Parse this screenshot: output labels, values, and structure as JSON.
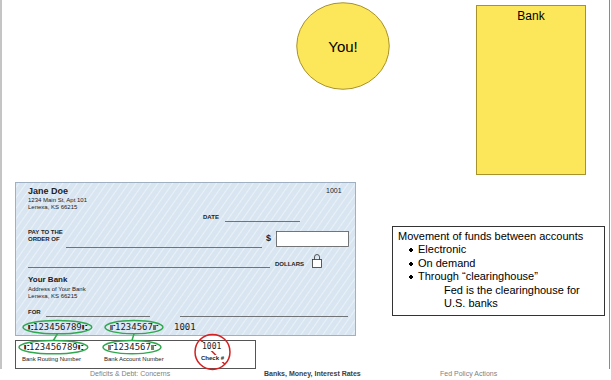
{
  "diagram": {
    "nodes": [
      {
        "text": [
          "You!"
        ]
      },
      {
        "text": [
          "Bank"
        ]
      },
      {
        "text": [
          "Movement of funds between accounts",
          "Electronic",
          "On demand",
          "Through “clearinghouse”",
          "Fed is the clearinghouse for U.S. banks"
        ]
      }
    ],
    "labels": [
      "Jane Doe",
      "1234 Main St, Apt 101",
      "Lenexa, KS 66215",
      "1001",
      "DATE",
      "PAY TO THE ORDER OF",
      "$",
      "DOLLARS",
      "Your Bank",
      "Address of Your Bank",
      "Lenexa, KS 66215",
      "FOR",
      "⑆123456789⑆",
      "⑈1234567⑈",
      "1001",
      "⑆123456789⑆",
      "Bank Routing Number",
      "⑈1234567⑈",
      "Bank Account Number",
      "1001",
      "Check #",
      "Deficits & Debt: Concerns",
      "Banks, Money, Interest Rates",
      "Fed Policy Actions"
    ]
  }
}
